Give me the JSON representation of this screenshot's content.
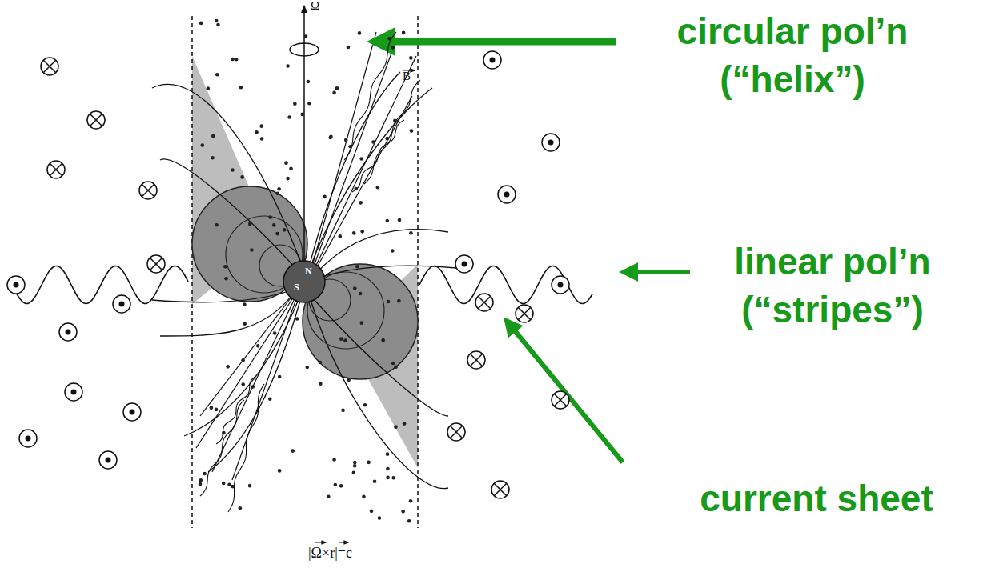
{
  "diagram": {
    "labels": [
      "Ω",
      "B",
      "N",
      "S",
      "|Ω×r|=c",
      "circular pol’n (“helix”)",
      "linear pol’n (“stripes”)",
      "current sheet"
    ]
  }
}
